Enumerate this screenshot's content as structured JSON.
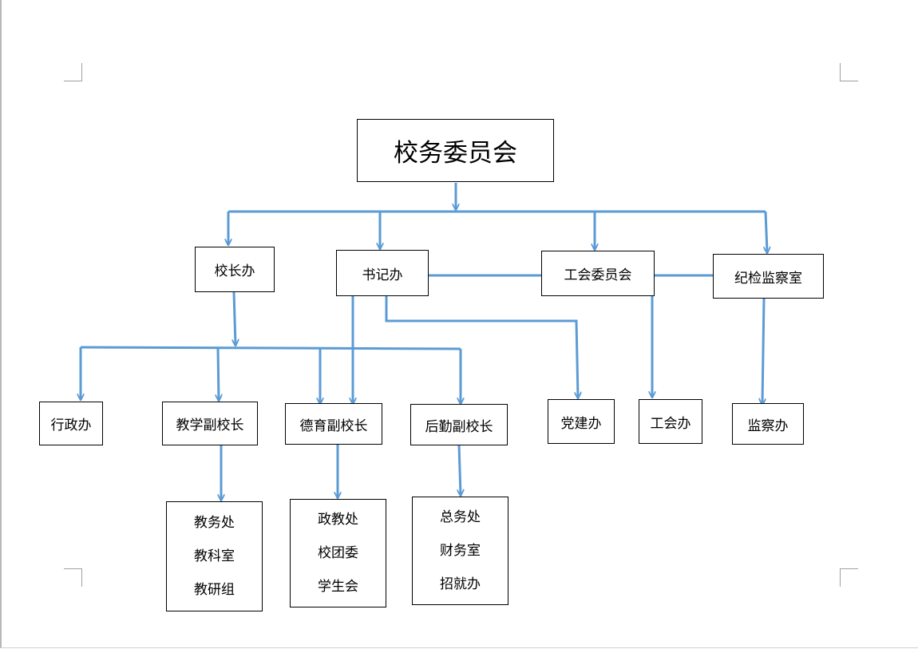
{
  "diagram": {
    "root": "校务委员会",
    "level2": [
      "校长办",
      "书记办",
      "工会委员会",
      "纪检监察室"
    ],
    "level3": [
      "行政办",
      "教学副校长",
      "德育副校长",
      "后勤副校长",
      "党建办",
      "工会办",
      "监察办"
    ],
    "level4": {
      "teaching": [
        "教务处",
        "教科室",
        "教研组"
      ],
      "moral": [
        "政教处",
        "校团委",
        "学生会"
      ],
      "logistics": [
        "总务处",
        "财务室",
        "招就办"
      ]
    },
    "colors": {
      "connector": "#5b9bd5",
      "box_border": "#000000"
    }
  }
}
